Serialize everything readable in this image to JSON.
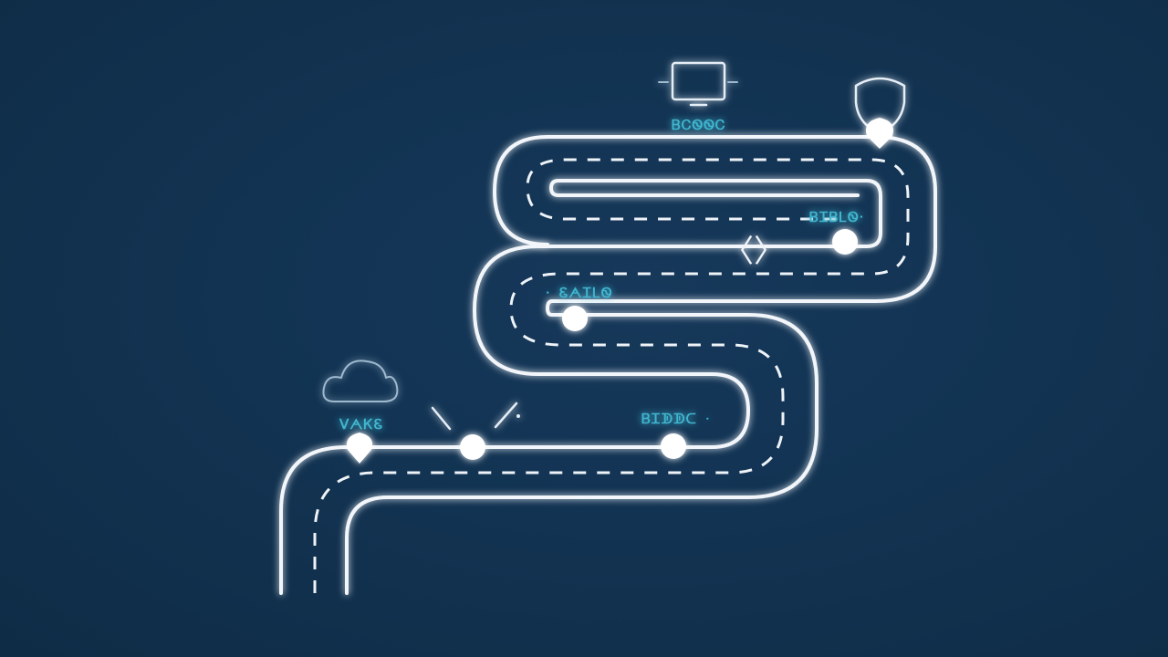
{
  "diagram": {
    "background_color": "#11304a",
    "line_color": "#f2f6fa",
    "label_color": "#3fb6cf",
    "milestones": [
      {
        "id": "start",
        "label": "ᐯᗅᏦᏋ",
        "icon": "cloud-icon"
      },
      {
        "id": "idea",
        "label": "",
        "icon": "spark-icon"
      },
      {
        "id": "stage-3",
        "label": "ᏴᏆᗫᗫᑕ ᐧ"
      },
      {
        "id": "stage-4",
        "label": "ᐧ ᏋᗅᏆᏞᏫ"
      },
      {
        "id": "stage-5",
        "label": "ᏴᏆᏴᏞᏫᐧ"
      },
      {
        "id": "stage-6",
        "label": "ᏴᏟᏫᏫᏟ",
        "icon": "monitor-icon"
      },
      {
        "id": "finish",
        "label": "",
        "icon": "shield-icon"
      }
    ],
    "code_glyph": "〈〉"
  }
}
